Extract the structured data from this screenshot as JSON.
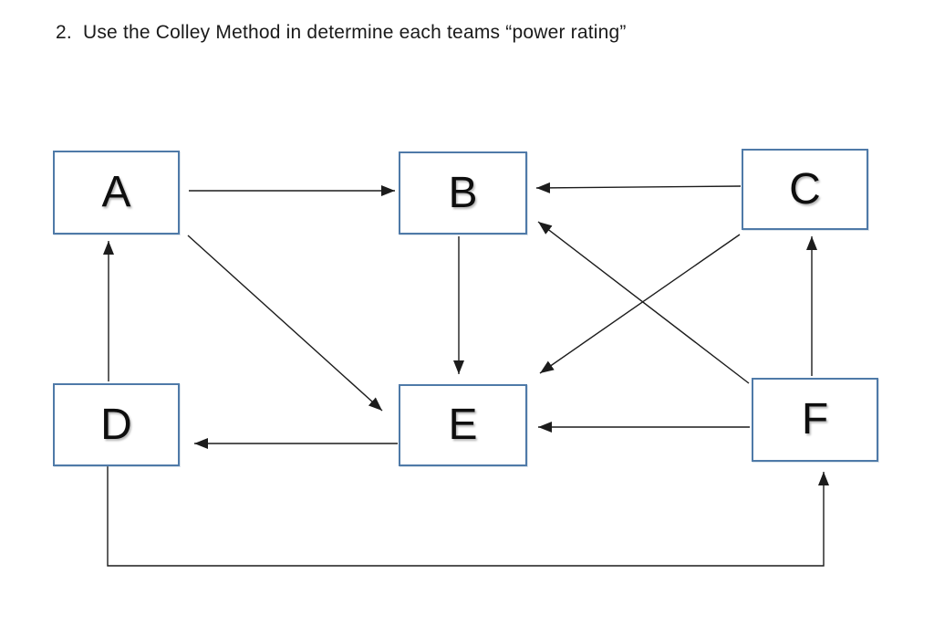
{
  "title": {
    "text": "2.  Use the Colley Method in determine each teams “power rating”"
  },
  "diagram": {
    "box_border_color": "#4f7aa8",
    "line_color": "#1c1c1c",
    "nodes": [
      {
        "id": "A",
        "label": "A"
      },
      {
        "id": "B",
        "label": "B"
      },
      {
        "id": "C",
        "label": "C"
      },
      {
        "id": "D",
        "label": "D"
      },
      {
        "id": "E",
        "label": "E"
      },
      {
        "id": "F",
        "label": "F"
      }
    ],
    "edges": [
      {
        "from": "A",
        "to": "B"
      },
      {
        "from": "C",
        "to": "B"
      },
      {
        "from": "B",
        "to": "E"
      },
      {
        "from": "A",
        "to": "E"
      },
      {
        "from": "D",
        "to": "A"
      },
      {
        "from": "E",
        "to": "D"
      },
      {
        "from": "F",
        "to": "E"
      },
      {
        "from": "F",
        "to": "B"
      },
      {
        "from": "C",
        "to": "E"
      },
      {
        "from": "F",
        "to": "C"
      },
      {
        "from": "D",
        "to": "F"
      }
    ]
  }
}
